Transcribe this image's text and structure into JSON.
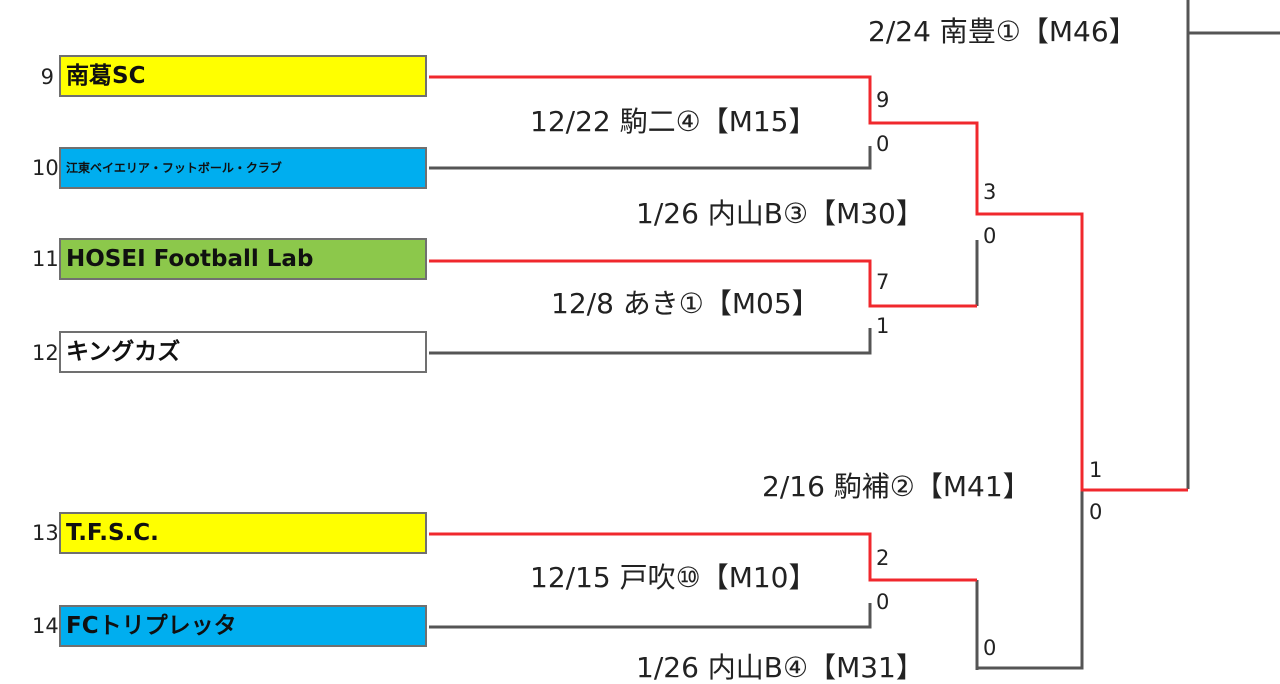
{
  "colors": {
    "yellow": "#ffff00",
    "blue": "#00aeef",
    "green": "#8cc84b",
    "white": "#ffffff",
    "win_line": "#f0282d",
    "line": "#555555"
  },
  "teams": [
    {
      "seed": "9",
      "name": "南葛SC",
      "color": "yellow"
    },
    {
      "seed": "10",
      "name": "江東ベイエリア・フットボール・クラブ",
      "color": "blue"
    },
    {
      "seed": "11",
      "name": "HOSEI Football Lab",
      "color": "green"
    },
    {
      "seed": "12",
      "name": "キングカズ",
      "color": "white"
    },
    {
      "seed": "13",
      "name": "T.F.S.C.",
      "color": "yellow"
    },
    {
      "seed": "14",
      "name": "FCトリプレッタ",
      "color": "blue"
    }
  ],
  "matches": [
    {
      "label": "2/24 南豊①【M46】"
    },
    {
      "label": "12/22 駒二④【M15】"
    },
    {
      "label": "1/26 内山B③【M30】"
    },
    {
      "label": "12/8 あき①【M05】"
    },
    {
      "label": "2/16 駒補②【M41】"
    },
    {
      "label": "12/15 戸吹⑩【M10】"
    },
    {
      "label": "1/26 内山B④【M31】"
    }
  ],
  "scores": [
    "9",
    "0",
    "3",
    "0",
    "7",
    "1",
    "1",
    "0",
    "2",
    "0",
    "0"
  ]
}
